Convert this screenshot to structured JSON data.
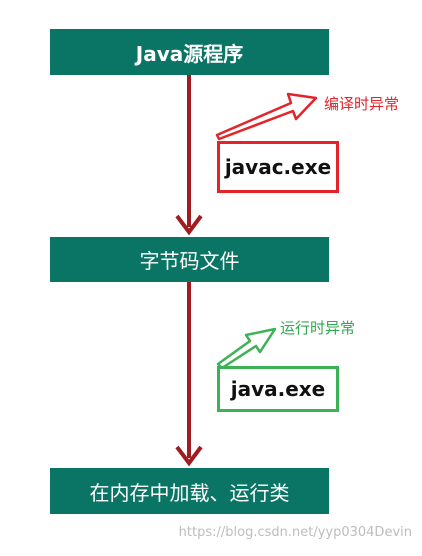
{
  "steps": {
    "source": "Java源程序",
    "bytecode": "字节码文件",
    "load": "在内存中加载、运行类"
  },
  "tools": {
    "javac": "javac.exe",
    "java": "java.exe"
  },
  "exceptions": {
    "compile": "编译时异常",
    "runtime": "运行时异常"
  },
  "watermark": "https://blog.csdn.net/yyp0304Devin",
  "colors": {
    "box_fill": "#0b7565",
    "flow_arrow": "#a01c21",
    "compile_accent": "#e3242b",
    "runtime_accent": "#3cb257"
  }
}
